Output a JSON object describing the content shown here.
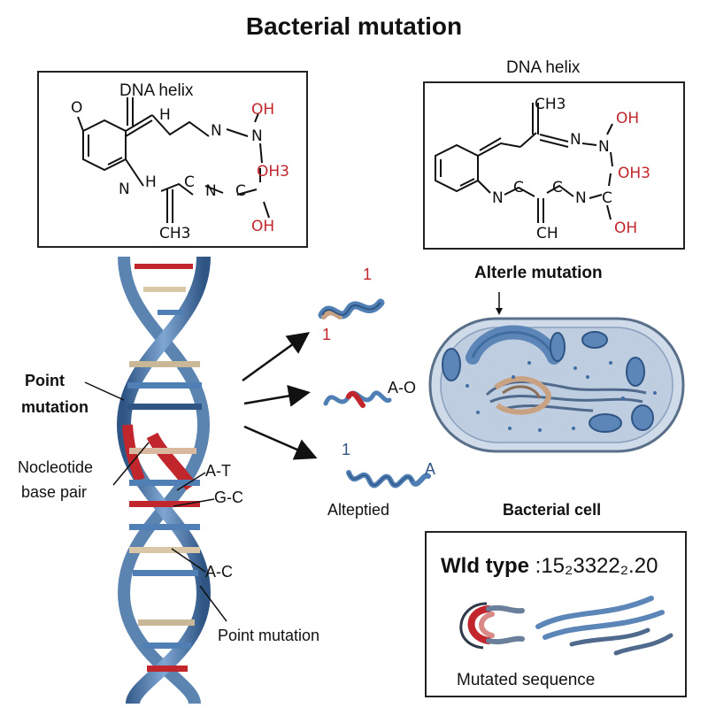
{
  "title": "Bacterial mutation",
  "box1": {
    "heading": "DNA helix",
    "atoms": {
      "o_left": "O",
      "h": "H",
      "n1": "N",
      "n2": "N",
      "oh1": "OH",
      "oh3": "OH3",
      "oh2": "OH",
      "nh": "N",
      "h2": "H",
      "c1": "C",
      "n3": "N",
      "c2": "C",
      "ch3": "CH3"
    }
  },
  "box2": {
    "heading": "DNA helix",
    "atoms": {
      "ch3": "CH3",
      "n1": "N",
      "n2": "N",
      "oh1": "OH",
      "oh3": "OH3",
      "n3": "N",
      "c1": "C",
      "c2": "C",
      "n4": "N",
      "c3": "C",
      "oh2": "OH",
      "ch": "CH"
    }
  },
  "labels": {
    "point_mutation": [
      "Point",
      "mutation"
    ],
    "nucleotide": [
      "Nocleotide",
      "base pair"
    ],
    "at": "A-T",
    "gc": "G-C",
    "ac": "A-C",
    "point_mutation_bottom": "Point mutation",
    "alterle": "Alterle mutation",
    "ao": "A-O",
    "alteptied": "Alteptied",
    "bacterial_cell": "Bacterial cell",
    "frag1_top": "1",
    "frag1_bottom": "1",
    "frag3_left": "1",
    "frag3_right": "A"
  },
  "wild_box": {
    "wild_type_prefix": "Wld type",
    "wild_type_sequence": " :15₂3322₂.20",
    "mutated_sequence": "Mutated sequence"
  },
  "colors": {
    "helix_blue": "#4f7fb4",
    "helix_dark": "#2e5584",
    "accent_red": "#c0262b",
    "cell_fill": "#cfdbe9",
    "cell_inner": "#bfcde0"
  }
}
